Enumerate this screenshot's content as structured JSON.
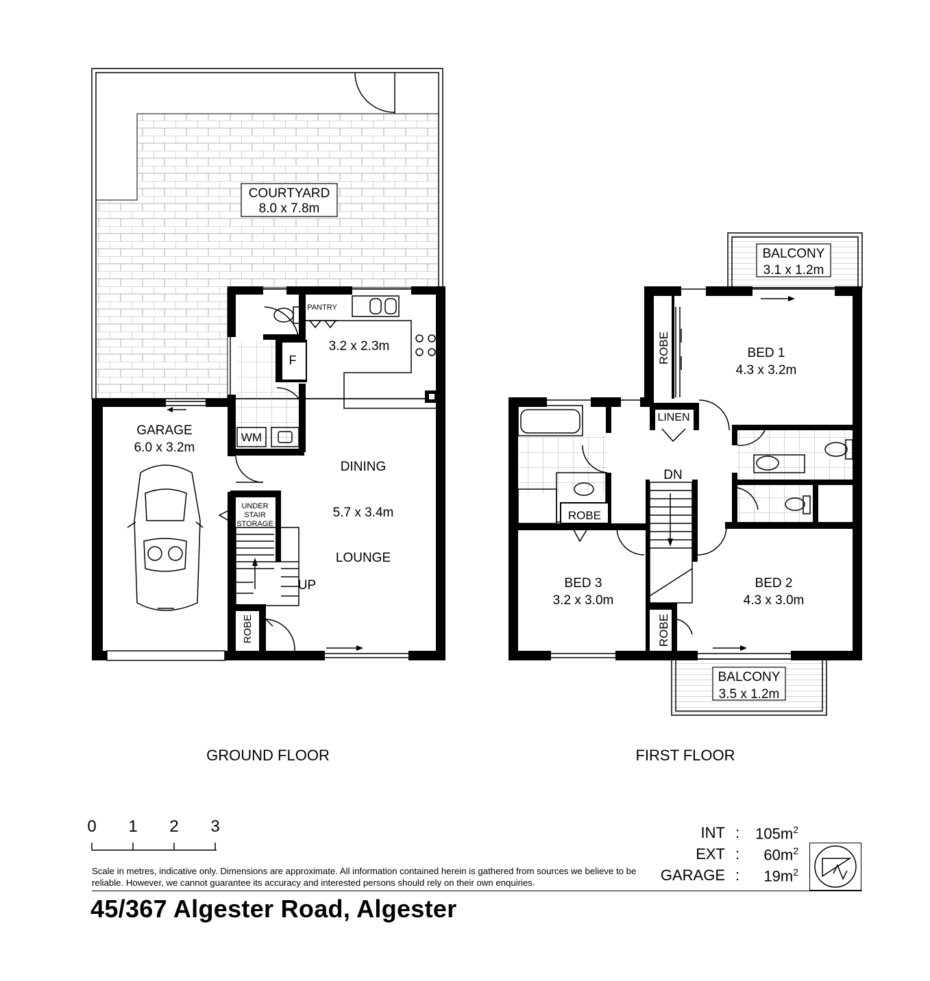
{
  "ground_floor": {
    "heading": "GROUND FLOOR",
    "rooms": {
      "courtyard_name": "COURTYARD",
      "courtyard_dims": "8.0 x 7.8m",
      "garage_name": "GARAGE",
      "garage_dims": "6.0 x 3.2m",
      "kitchen_dims": "3.2 x 2.3m",
      "pantry": "PANTRY",
      "fridge": "F",
      "wm": "WM",
      "dining": "DINING",
      "dining_lounge_dims": "5.7 x 3.4m",
      "lounge": "LOUNGE",
      "under_stair_1": "UNDER",
      "under_stair_2": "STAIR",
      "under_stair_3": "STORAGE",
      "up": "UP",
      "robe": "ROBE"
    }
  },
  "first_floor": {
    "heading": "FIRST FLOOR",
    "rooms": {
      "balcony_top_name": "BALCONY",
      "balcony_top_dims": "3.1 x 1.2m",
      "bed1_name": "BED 1",
      "bed1_dims": "4.3 x 3.2m",
      "robe_bed1": "ROBE",
      "linen": "LINEN",
      "dn": "DN",
      "robe_bed3": "ROBE",
      "bed3_name": "BED 3",
      "bed3_dims": "3.2 x 3.0m",
      "bed2_name": "BED 2",
      "bed2_dims": "4.3 x 3.0m",
      "robe_bed2": "ROBE",
      "balcony_bottom_name": "BALCONY",
      "balcony_bottom_dims": "3.5 x 1.2m"
    }
  },
  "scale": {
    "ticks": [
      "0",
      "1",
      "2",
      "3"
    ]
  },
  "areas": {
    "int_label": "INT",
    "int_value": "105m",
    "ext_label": "EXT",
    "ext_value": "60m",
    "garage_label": "GARAGE",
    "garage_value": "19m",
    "separator": ":",
    "unit_power": "2"
  },
  "disclaimer": "Scale in metres, indicative only. Dimensions are approximate. All information contained herein is gathered from sources we believe to be reliable. However, we cannot guarantee its accuracy and interested persons should rely on their own enquiries.",
  "address": "45/367 Algester Road, Algester",
  "colors": {
    "wall": "#000000",
    "paving": "#999999",
    "background": "#ffffff"
  }
}
